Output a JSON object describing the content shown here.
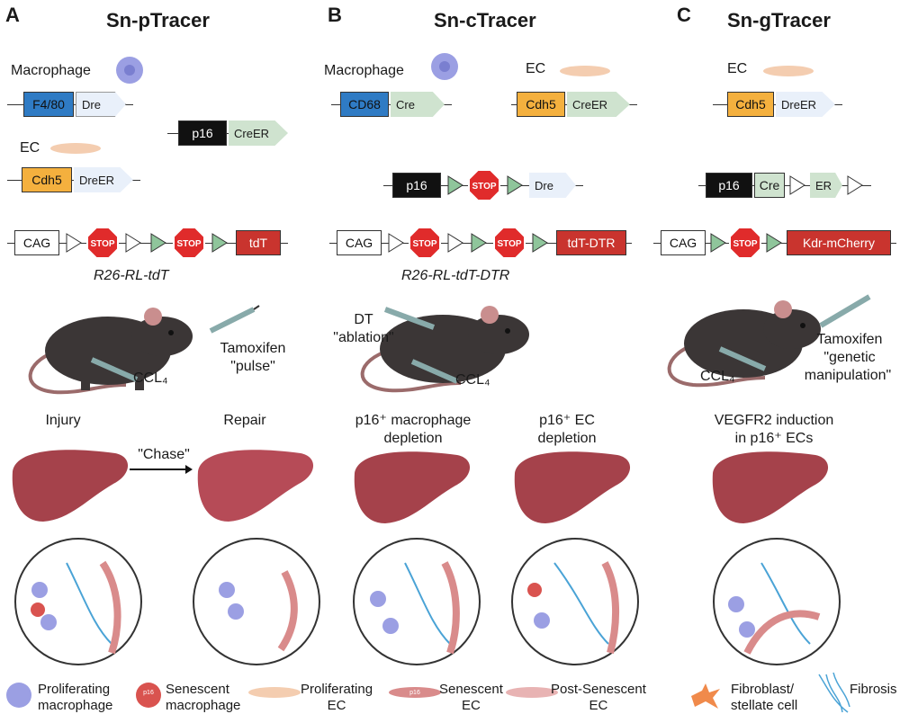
{
  "panels": {
    "a": {
      "letter": "A",
      "title": "Sn-pTracer",
      "cell1": "Macrophage",
      "cell2": "EC",
      "gene_f480": "F4/80",
      "gene_dre": "Dre",
      "gene_cdh5": "Cdh5",
      "gene_dreer": "DreER",
      "gene_p16": "p16",
      "gene_creer": "CreER",
      "gene_cag": "CAG",
      "stop": "STOP",
      "gene_tdt": "tdT",
      "allele": "R26-RL-tdT",
      "ccl4": "CCL₄",
      "tamoxifen": "Tamoxifen",
      "pulse": "\"pulse\"",
      "injury": "Injury",
      "repair": "Repair",
      "chase": "\"Chase\""
    },
    "b": {
      "letter": "B",
      "title": "Sn-cTracer",
      "cell1": "Macrophage",
      "cell2": "EC",
      "gene_cd68": "CD68",
      "gene_cre": "Cre",
      "gene_cdh5": "Cdh5",
      "gene_creer": "CreER",
      "gene_p16": "p16",
      "stop": "STOP",
      "gene_dre": "Dre",
      "gene_cag": "CAG",
      "gene_tdtdtr": "tdT-DTR",
      "allele": "R26-RL-tdT-DTR",
      "dt": "DT",
      "ablation": "\"ablation\"",
      "ccl4": "CCL₄",
      "cond1_line1": "p16⁺ macrophage",
      "cond1_line2": "depletion",
      "cond2_line1": "p16⁺ EC",
      "cond2_line2": "depletion"
    },
    "c": {
      "letter": "C",
      "title": "Sn-gTracer",
      "cell1": "EC",
      "gene_cdh5": "Cdh5",
      "gene_dreer": "DreER",
      "gene_p16": "p16",
      "gene_cre": "Cre",
      "gene_er": "ER",
      "gene_cag": "CAG",
      "stop": "STOP",
      "gene_kdr": "Kdr-mCherry",
      "ccl4": "CCL₄",
      "tamoxifen": "Tamoxifen",
      "genetic": "\"genetic",
      "manipulation": "manipulation\"",
      "cond_line1": "VEGFR2 induction",
      "cond_line2": "in p16⁺ ECs"
    }
  },
  "legend": [
    {
      "line1": "Proliferating",
      "line2": "macrophage"
    },
    {
      "line1": "Senescent",
      "line2": "macrophage",
      "icon_text": "p16"
    },
    {
      "line1": "Proliferating",
      "line2": "EC"
    },
    {
      "line1": "Senescent",
      "line2": "EC",
      "icon_text": "p16"
    },
    {
      "line1": "Post-Senescent",
      "line2": "EC"
    },
    {
      "line1": "Fibroblast/",
      "line2": "stellate cell"
    },
    {
      "line1": "Fibrosis",
      "line2": ""
    }
  ],
  "colors": {
    "macrophage": "#9b9fe3",
    "senescent": "#d9534f",
    "ec": "#f4cdb0",
    "fibroblast": "#f08a4b",
    "fibrosis": "#4aa3d6",
    "liver": "#a5424b",
    "mouse": "#3b3636"
  }
}
